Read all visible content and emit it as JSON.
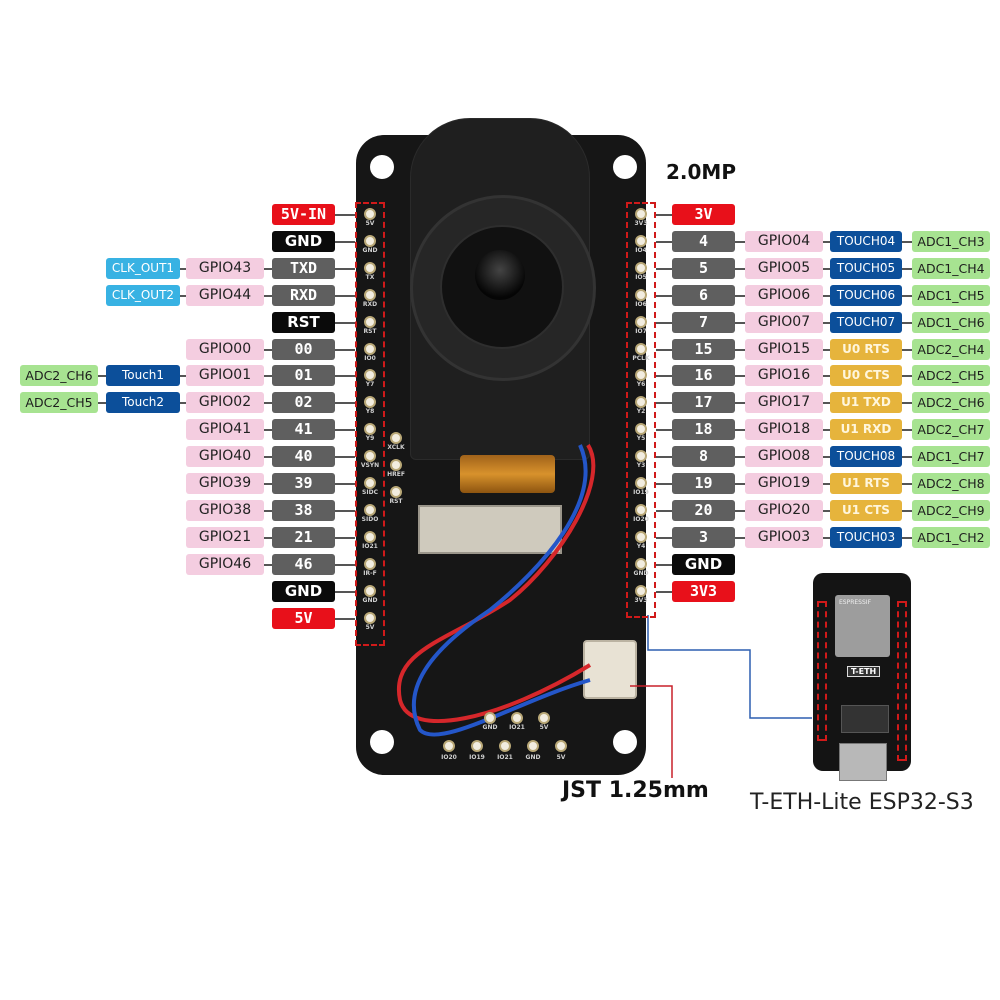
{
  "diagram": {
    "camera_resolution": "2.0MP",
    "connector_label": "JST 1.25mm",
    "host_board_label": "T-ETH-Lite ESP32-S3",
    "host_board_silkscreen": "T-ETH",
    "host_module_text": "ESPRESSIF",
    "colors": {
      "power": "#e8101a",
      "ground": "#0a0a0a",
      "pin_number": "#5f5f5f",
      "gpio": "#f4cde0",
      "touch": "#0c4f9a",
      "uart": "#e6b43c",
      "adc": "#a7e391",
      "clock": "#38b2e3"
    },
    "left_header": [
      {
        "pin": "5V-IN",
        "type": "power",
        "silk": "5V"
      },
      {
        "pin": "GND",
        "type": "ground",
        "silk": "GND"
      },
      {
        "pin": "TXD",
        "type": "signal",
        "silk": "TX",
        "gpio": "GPIO43",
        "func": "CLK_OUT1",
        "func_type": "clock"
      },
      {
        "pin": "RXD",
        "type": "signal",
        "silk": "RXD",
        "gpio": "GPIO44",
        "func": "CLK_OUT2",
        "func_type": "clock"
      },
      {
        "pin": "RST",
        "type": "ground",
        "silk": "RST"
      },
      {
        "pin": "00",
        "type": "signal",
        "silk": "IO0",
        "gpio": "GPIO00"
      },
      {
        "pin": "01",
        "type": "signal",
        "silk": "Y7",
        "gpio": "GPIO01",
        "func": "Touch1",
        "func_type": "touch",
        "adc": "ADC2_CH6"
      },
      {
        "pin": "02",
        "type": "signal",
        "silk": "Y8",
        "gpio": "GPIO02",
        "func": "Touch2",
        "func_type": "touch",
        "adc": "ADC2_CH5"
      },
      {
        "pin": "41",
        "type": "signal",
        "silk": "Y9",
        "gpio": "GPIO41"
      },
      {
        "pin": "40",
        "type": "signal",
        "silk": "VSYN",
        "gpio": "GPIO40"
      },
      {
        "pin": "39",
        "type": "signal",
        "silk": "SIDC",
        "gpio": "GPIO39"
      },
      {
        "pin": "38",
        "type": "signal",
        "silk": "SIDO",
        "gpio": "GPIO38"
      },
      {
        "pin": "21",
        "type": "signal",
        "silk": "IO21",
        "gpio": "GPIO21"
      },
      {
        "pin": "46",
        "type": "signal",
        "silk": "IR-F",
        "gpio": "GPIO46"
      },
      {
        "pin": "GND",
        "type": "ground",
        "silk": "GND"
      },
      {
        "pin": "5V",
        "type": "power",
        "silk": "5V"
      }
    ],
    "right_header": [
      {
        "pin": "3V",
        "type": "power",
        "silk": "3V3"
      },
      {
        "pin": "4",
        "type": "signal",
        "silk": "IO4",
        "gpio": "GPIO04",
        "func": "TOUCH04",
        "func_type": "touch",
        "adc": "ADC1_CH3"
      },
      {
        "pin": "5",
        "type": "signal",
        "silk": "IO5",
        "gpio": "GPIO05",
        "func": "TOUCH05",
        "func_type": "touch",
        "adc": "ADC1_CH4"
      },
      {
        "pin": "6",
        "type": "signal",
        "silk": "IO6",
        "gpio": "GPIO06",
        "func": "TOUCH06",
        "func_type": "touch",
        "adc": "ADC1_CH5"
      },
      {
        "pin": "7",
        "type": "signal",
        "silk": "IO7",
        "gpio": "GPIO07",
        "func": "TOUCH07",
        "func_type": "touch",
        "adc": "ADC1_CH6"
      },
      {
        "pin": "15",
        "type": "signal",
        "silk": "PCLK",
        "gpio": "GPIO15",
        "func": "U0 RTS",
        "func_type": "uart",
        "adc": "ADC2_CH4"
      },
      {
        "pin": "16",
        "type": "signal",
        "silk": "Y6",
        "gpio": "GPIO16",
        "func": "U0 CTS",
        "func_type": "uart",
        "adc": "ADC2_CH5"
      },
      {
        "pin": "17",
        "type": "signal",
        "silk": "Y2",
        "gpio": "GPIO17",
        "func": "U1 TXD",
        "func_type": "uart",
        "adc": "ADC2_CH6"
      },
      {
        "pin": "18",
        "type": "signal",
        "silk": "Y5",
        "gpio": "GPIO18",
        "func": "U1 RXD",
        "func_type": "uart",
        "adc": "ADC2_CH7"
      },
      {
        "pin": "8",
        "type": "signal",
        "silk": "Y3",
        "gpio": "GPIO08",
        "func": "TOUCH08",
        "func_type": "touch",
        "adc": "ADC1_CH7"
      },
      {
        "pin": "19",
        "type": "signal",
        "silk": "IO19",
        "gpio": "GPIO19",
        "func": "U1 RTS",
        "func_type": "uart",
        "adc": "ADC2_CH8"
      },
      {
        "pin": "20",
        "type": "signal",
        "silk": "IO20",
        "gpio": "GPIO20",
        "func": "U1 CTS",
        "func_type": "uart",
        "adc": "ADC2_CH9"
      },
      {
        "pin": "3",
        "type": "signal",
        "silk": "Y4",
        "gpio": "GPIO03",
        "func": "TOUCH03",
        "func_type": "touch",
        "adc": "ADC1_CH2"
      },
      {
        "pin": "GND",
        "type": "ground",
        "silk": "GND"
      },
      {
        "pin": "3V3",
        "type": "power",
        "silk": "3V3"
      }
    ],
    "inner_pads": [
      "XCLK",
      "HREF",
      "RST"
    ],
    "bottom_pads_row1": [
      "GND",
      "IO21",
      "5V"
    ],
    "bottom_pads_row2": [
      "IO20",
      "IO19",
      "IO21",
      "GND",
      "5V"
    ]
  }
}
